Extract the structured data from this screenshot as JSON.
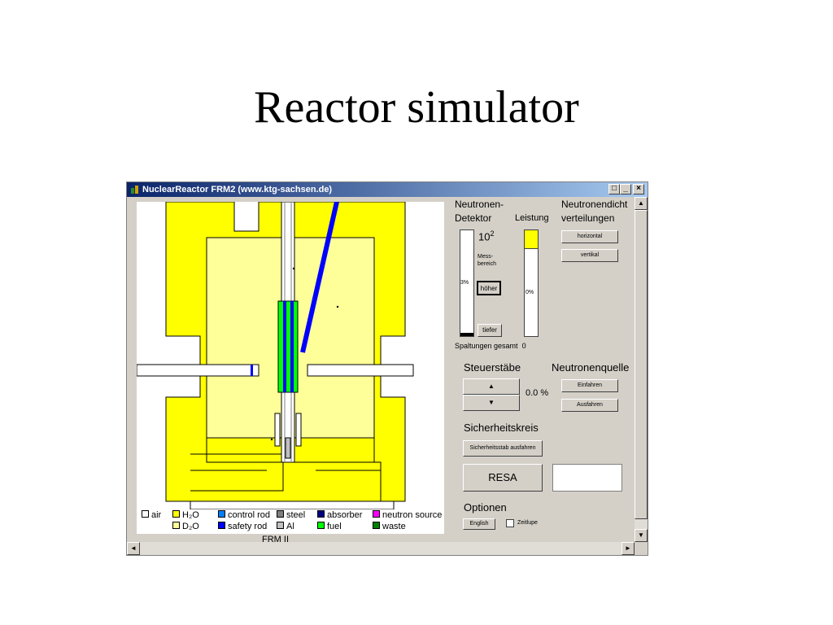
{
  "slide": {
    "title": "Reactor simulator"
  },
  "window": {
    "title": "NuclearReactor FRM2 (www.ktg-sachsen.de)",
    "minimize": "_",
    "maximize": "□",
    "close": "×"
  },
  "detector": {
    "heading_line1": "Neutronen-",
    "heading_line2": "Detektor",
    "range_value": "10",
    "range_exponent": "2",
    "range_label_line1": "Mess-",
    "range_label_line2": "bereich",
    "level_label": "3%",
    "higher_button": "höher",
    "lower_button": "tiefer",
    "fissions_label": "Spaltungen gesamt",
    "fissions_value": "0"
  },
  "power": {
    "heading": "Leistung",
    "level_label": "0%"
  },
  "distribution": {
    "heading_line1": "Neutronendicht",
    "heading_line2": "verteilungen",
    "horizontal_button": "horizontal",
    "vertical_button": "vertikal"
  },
  "control_rods": {
    "heading": "Steuerstäbe",
    "up_label": "▲",
    "down_label": "▼",
    "position": "0.0 %"
  },
  "neutron_source": {
    "heading": "Neutronenquelle",
    "insert_button": "Einfahren",
    "withdraw_button": "Ausfahren"
  },
  "safety": {
    "heading": "Sicherheitskreis",
    "safety_rod_button": "Sicherheitsstab ausfahren",
    "resa_button": "RESA",
    "status_value": ""
  },
  "options": {
    "heading": "Optionen",
    "english_button": "English",
    "timelapse_label": "Zeitlupe",
    "timelapse_checked": false
  },
  "legend": [
    {
      "label": "air",
      "color": "#ffffff"
    },
    {
      "label": "H₂O",
      "color": "#ffff00"
    },
    {
      "label": "control rod",
      "color": "#0080ff"
    },
    {
      "label": "steel",
      "color": "#808080"
    },
    {
      "label": "absorber",
      "color": "#000080"
    },
    {
      "label": "neutron source",
      "color": "#ff00ff"
    },
    {
      "label": "D₂O",
      "color": "#ffff99"
    },
    {
      "label": "safety rod",
      "color": "#0000ff"
    },
    {
      "label": "Al",
      "color": "#c0c0c0"
    },
    {
      "label": "fuel",
      "color": "#00ff00"
    },
    {
      "label": "waste",
      "color": "#008000"
    }
  ],
  "canvas_caption": "FRM II",
  "scrollbar": {
    "up": "▲",
    "down": "▼",
    "left": "◄",
    "right": "►"
  }
}
